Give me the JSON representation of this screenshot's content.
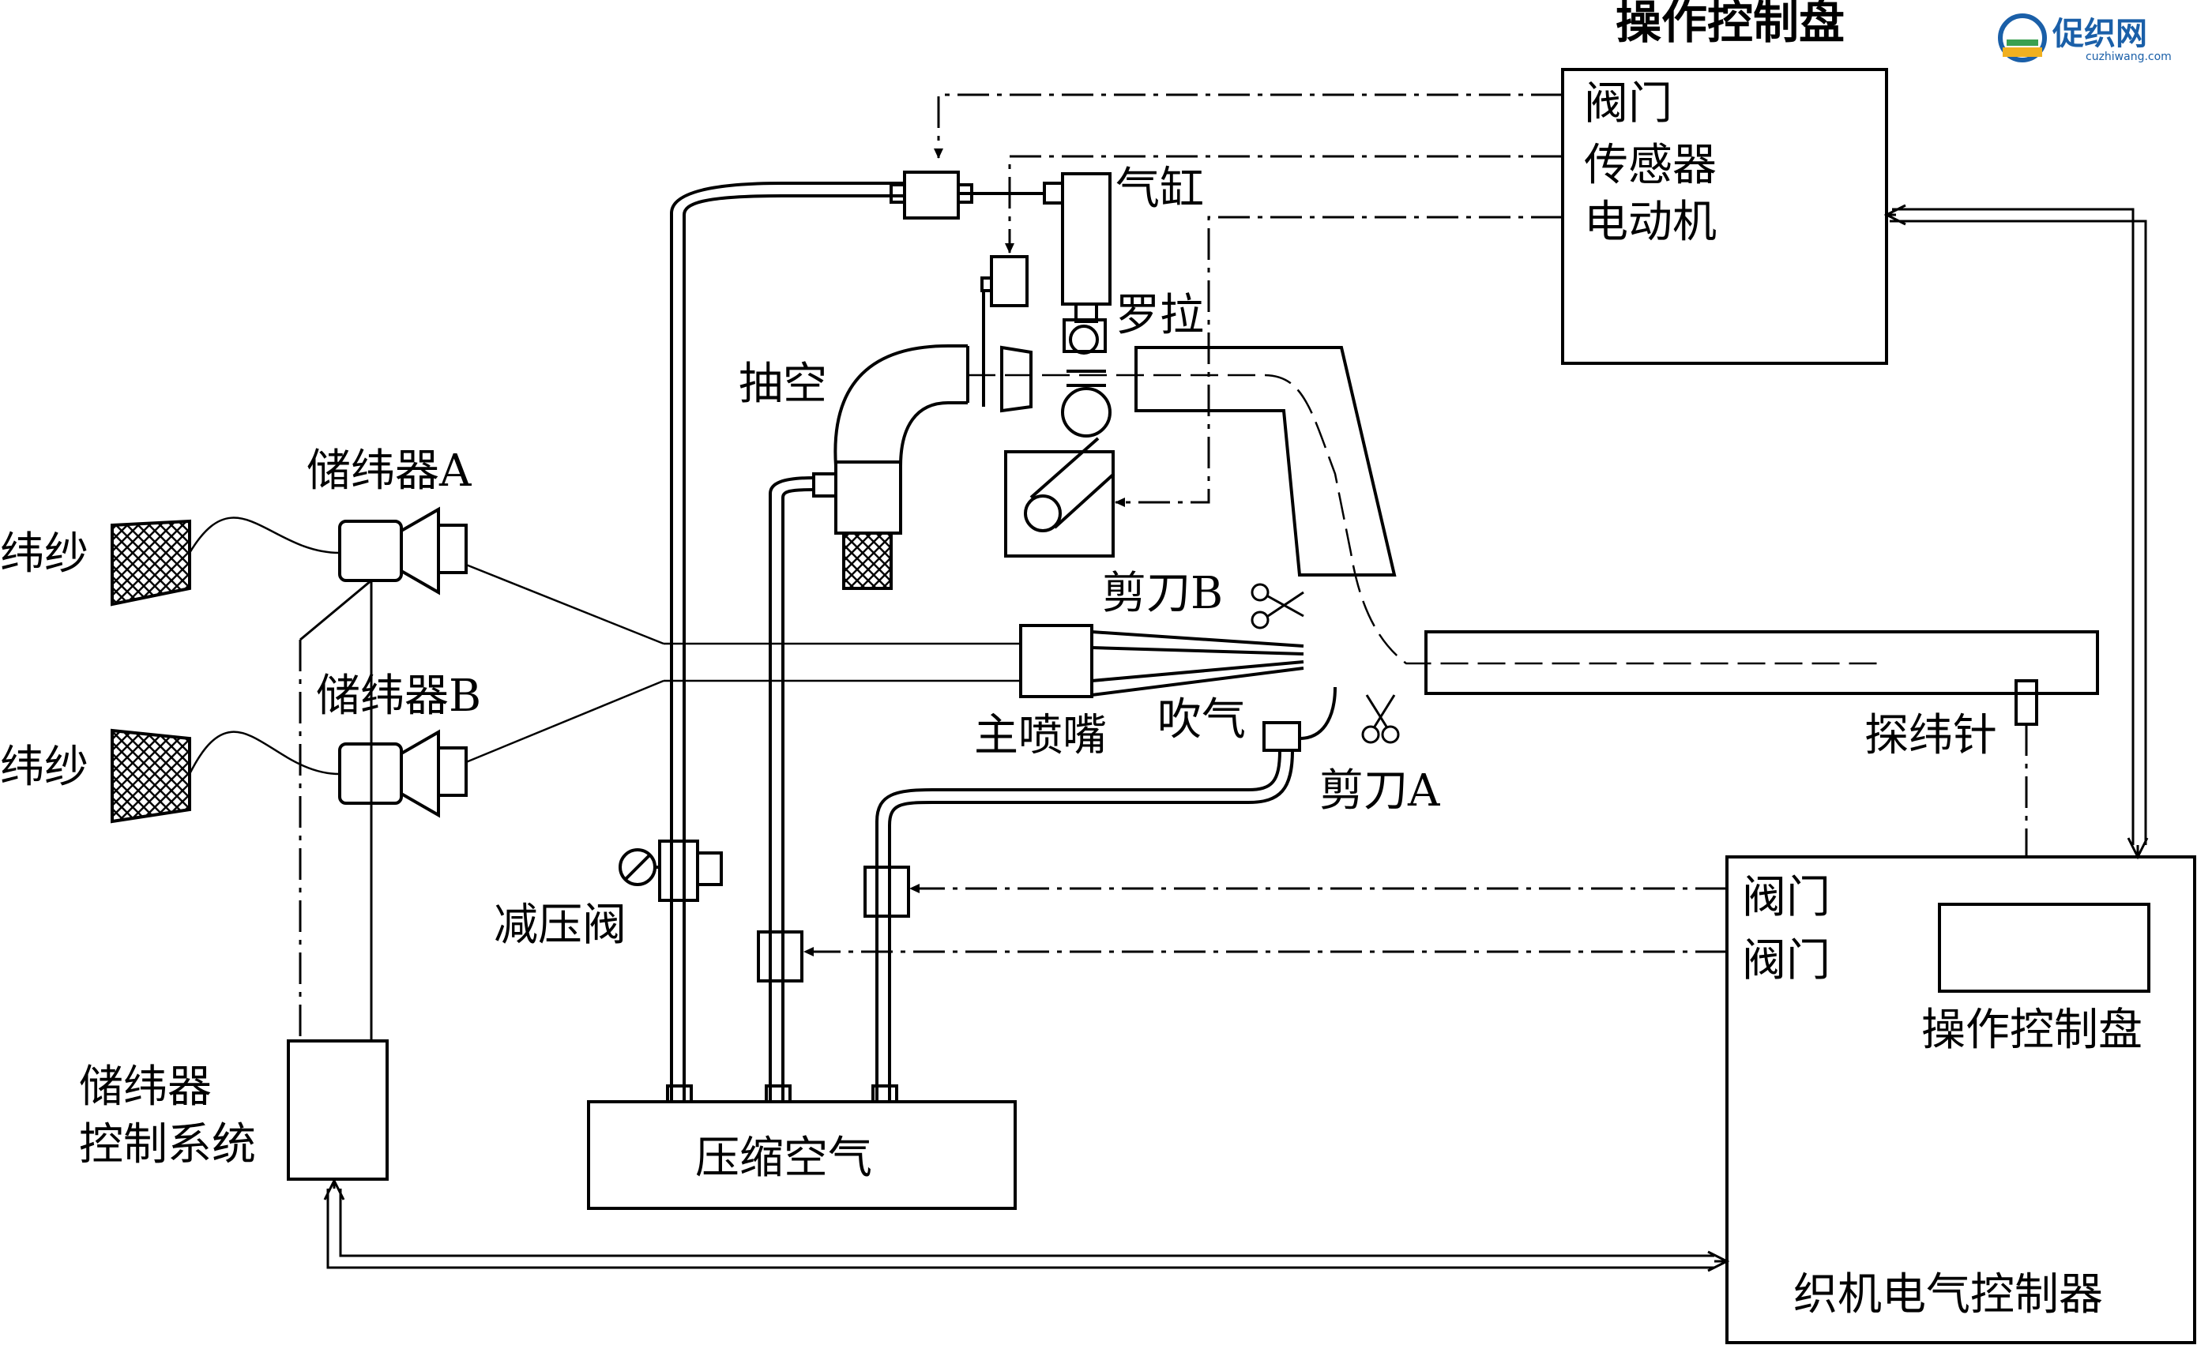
{
  "labels": {
    "control_panel_top": "操作控制盘",
    "valve": "阀门",
    "sensor": "传感器",
    "motor": "电动机",
    "cylinder": "气缸",
    "roller": "罗拉",
    "suction": "抽空",
    "yarn_1": "纬纱",
    "yarn_2": "纬纱",
    "accumulator_a": "储纬器A",
    "accumulator_b": "储纬器B",
    "scissors_b": "剪刀B",
    "scissors_a": "剪刀A",
    "main_nozzle": "主喷嘴",
    "blow": "吹气",
    "weft_probe": "探纬针",
    "pressure_valve": "减压阀",
    "accumulator_ctrl_1": "储纬器",
    "accumulator_ctrl_2": "控制系统",
    "compressed_air": "压缩空气",
    "valve_1": "阀门",
    "valve_2": "阀门",
    "control_panel_inner": "操作控制盘",
    "loom_controller": "织机电气控制器"
  },
  "logo": {
    "name": "促织网",
    "url": "cuzhiwang.com"
  }
}
